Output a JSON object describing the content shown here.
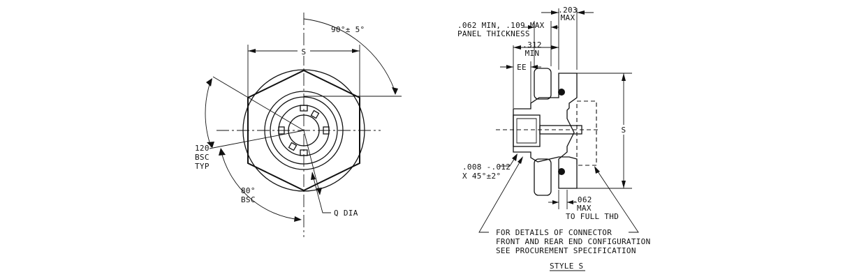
{
  "front_view": {
    "angle_tol": "90°± 5°",
    "dim_s": "S",
    "angle_120": [
      "120°",
      "BSC",
      "TYP"
    ],
    "angle_80": [
      "80°",
      "BSC"
    ],
    "q_dia": "Q DIA"
  },
  "side_view": {
    "max_203": [
      ".203",
      "MAX"
    ],
    "panel_thickness": [
      ".062 MIN, .109 MAX",
      "PANEL THICKNESS"
    ],
    "min_312": [
      ".312",
      "MIN"
    ],
    "ee": "EE",
    "dim_s": "S",
    "chamfer": [
      ".008 -.012",
      "X 45°±2°"
    ],
    "thd": [
      ".062",
      "MAX",
      "TO FULL THD"
    ],
    "note": [
      "FOR DETAILS OF CONNECTOR",
      "FRONT AND REAR END CONFIGURATION",
      "SEE PROCUREMENT SPECIFICATION"
    ],
    "style_label": "STYLE S"
  }
}
